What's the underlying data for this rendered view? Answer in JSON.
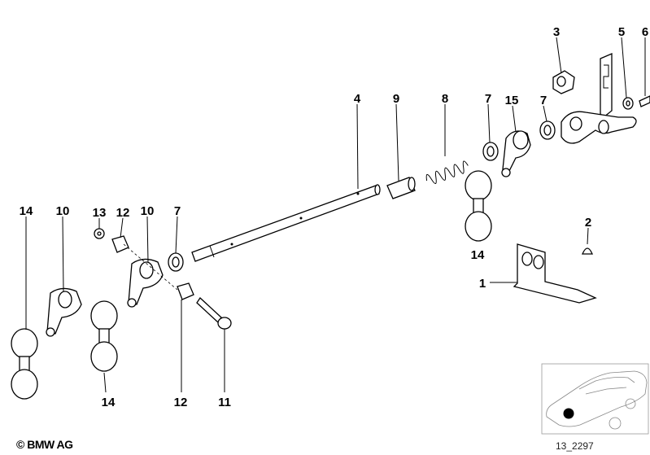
{
  "callouts": [
    "3",
    "5",
    "6",
    "4",
    "9",
    "8",
    "7",
    "15",
    "7",
    "14",
    "10",
    "13",
    "12",
    "10",
    "7",
    "2",
    "14",
    "1",
    "14",
    "12",
    "11"
  ],
  "copyright": "© BMW AG",
  "diagram_code": "13_2297",
  "inset_marker_color": "#000000"
}
